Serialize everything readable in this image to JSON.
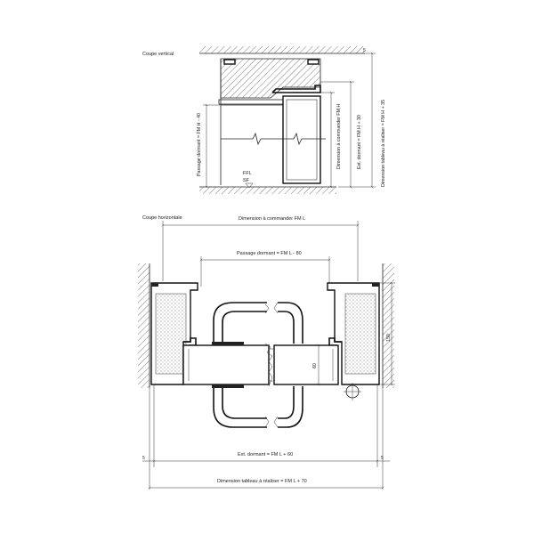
{
  "vertical_section": {
    "title": "Coupe vertical",
    "dim_top_offset": "5",
    "dim_passage": "Passage dormant = FM H - 40",
    "dim_order": "Dimension à commander FM H",
    "dim_ext": "Ext. dormant = FM H + 30",
    "dim_tableau": "Dimension tableau à réaliser = FM H + 35",
    "ffl_label": "FFL",
    "sf_label": "SF"
  },
  "horizontal_section": {
    "title": "Coupe horizontale",
    "dim_order": "Dimension à commander FM L",
    "dim_passage": "Passage dormant = FM L - 80",
    "dim_depth": "150",
    "dim_leaf": "60",
    "dim_ext": "Ext. dormant = FM L + 60",
    "dim_tableau": "Dimension tableau à réaliser = FM L + 70",
    "dim_left_offset": "5",
    "dim_right_offset": "5"
  }
}
